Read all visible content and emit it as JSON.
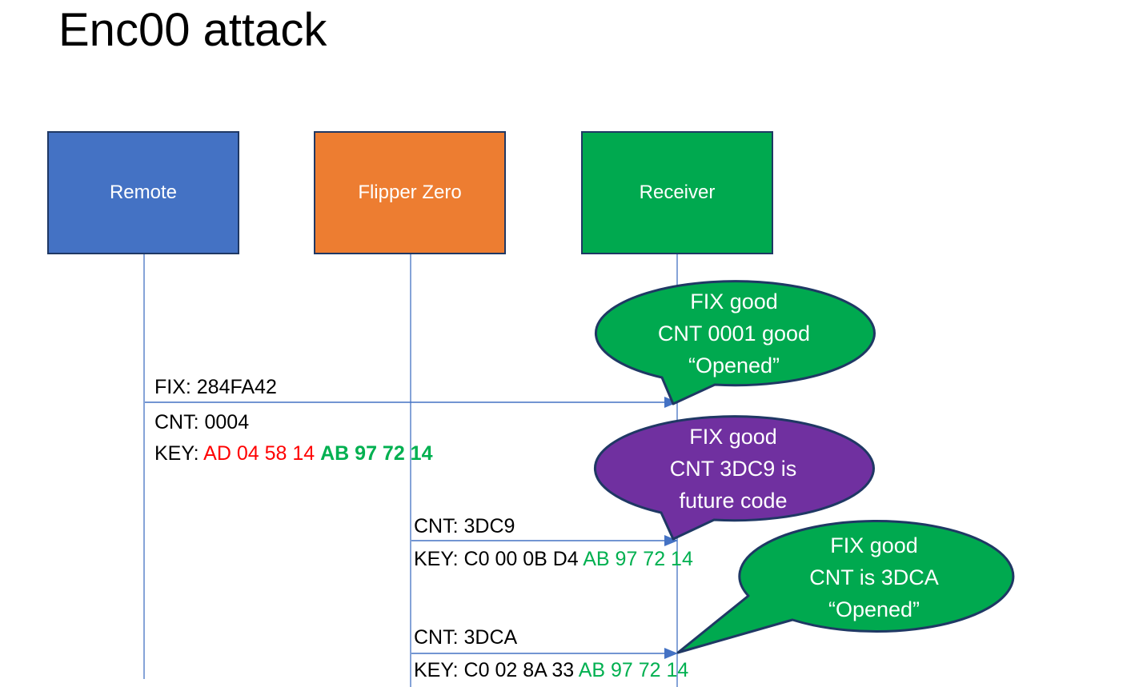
{
  "title": "Enc00 attack",
  "palette": {
    "blue": "#4472C4",
    "orange": "#ED7D31",
    "green": "#00A94F",
    "purple": "#7030A0",
    "navy": "#1F3864",
    "red": "#FF0000",
    "textgreen": "#00B050",
    "line": "#4472C4"
  },
  "actors": [
    {
      "label": "Remote",
      "color": "#4472C4"
    },
    {
      "label": "Flipper Zero",
      "color": "#ED7D31"
    },
    {
      "label": "Receiver",
      "color": "#00A94F"
    }
  ],
  "messages": {
    "m1": {
      "fix": "FIX: 284FA42",
      "cnt": "CNT: 0004",
      "key_prefix": "KEY: ",
      "key_red": "AD 04 58 14 ",
      "key_green": "AB 97 72 14"
    },
    "m2": {
      "cnt": "CNT: 3DC9",
      "key_prefix": "KEY: C0 00 0B D4 ",
      "key_green": "AB 97 72 14"
    },
    "m3": {
      "cnt": "CNT: 3DCA",
      "key_prefix": "KEY: C0 02 8A 33 ",
      "key_green": "AB 97 72 14"
    }
  },
  "callouts": [
    {
      "color": "#00A94F",
      "lines": [
        "FIX good",
        "CNT 0001 good",
        "“Opened”"
      ]
    },
    {
      "color": "#7030A0",
      "lines": [
        "FIX good",
        "CNT 3DC9 is",
        "future code"
      ]
    },
    {
      "color": "#00A94F",
      "lines": [
        "FIX good",
        "CNT is 3DCA",
        "“Opened”"
      ]
    }
  ]
}
